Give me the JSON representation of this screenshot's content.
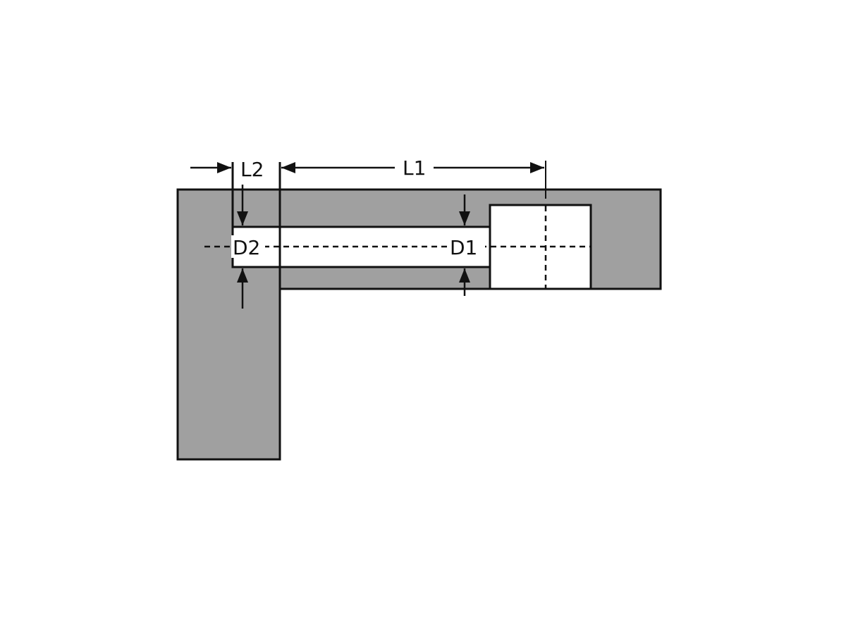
{
  "diagram": {
    "type": "technical-drawing",
    "description": "Counterbored hole cross-section in L-shaped body",
    "labels": {
      "l1": "L1",
      "l2": "L2",
      "d1": "D1",
      "d2": "D2"
    },
    "colors": {
      "material": "#a0a0a0",
      "outline": "#111111",
      "background": "#ffffff",
      "cavity": "#ffffff"
    }
  }
}
